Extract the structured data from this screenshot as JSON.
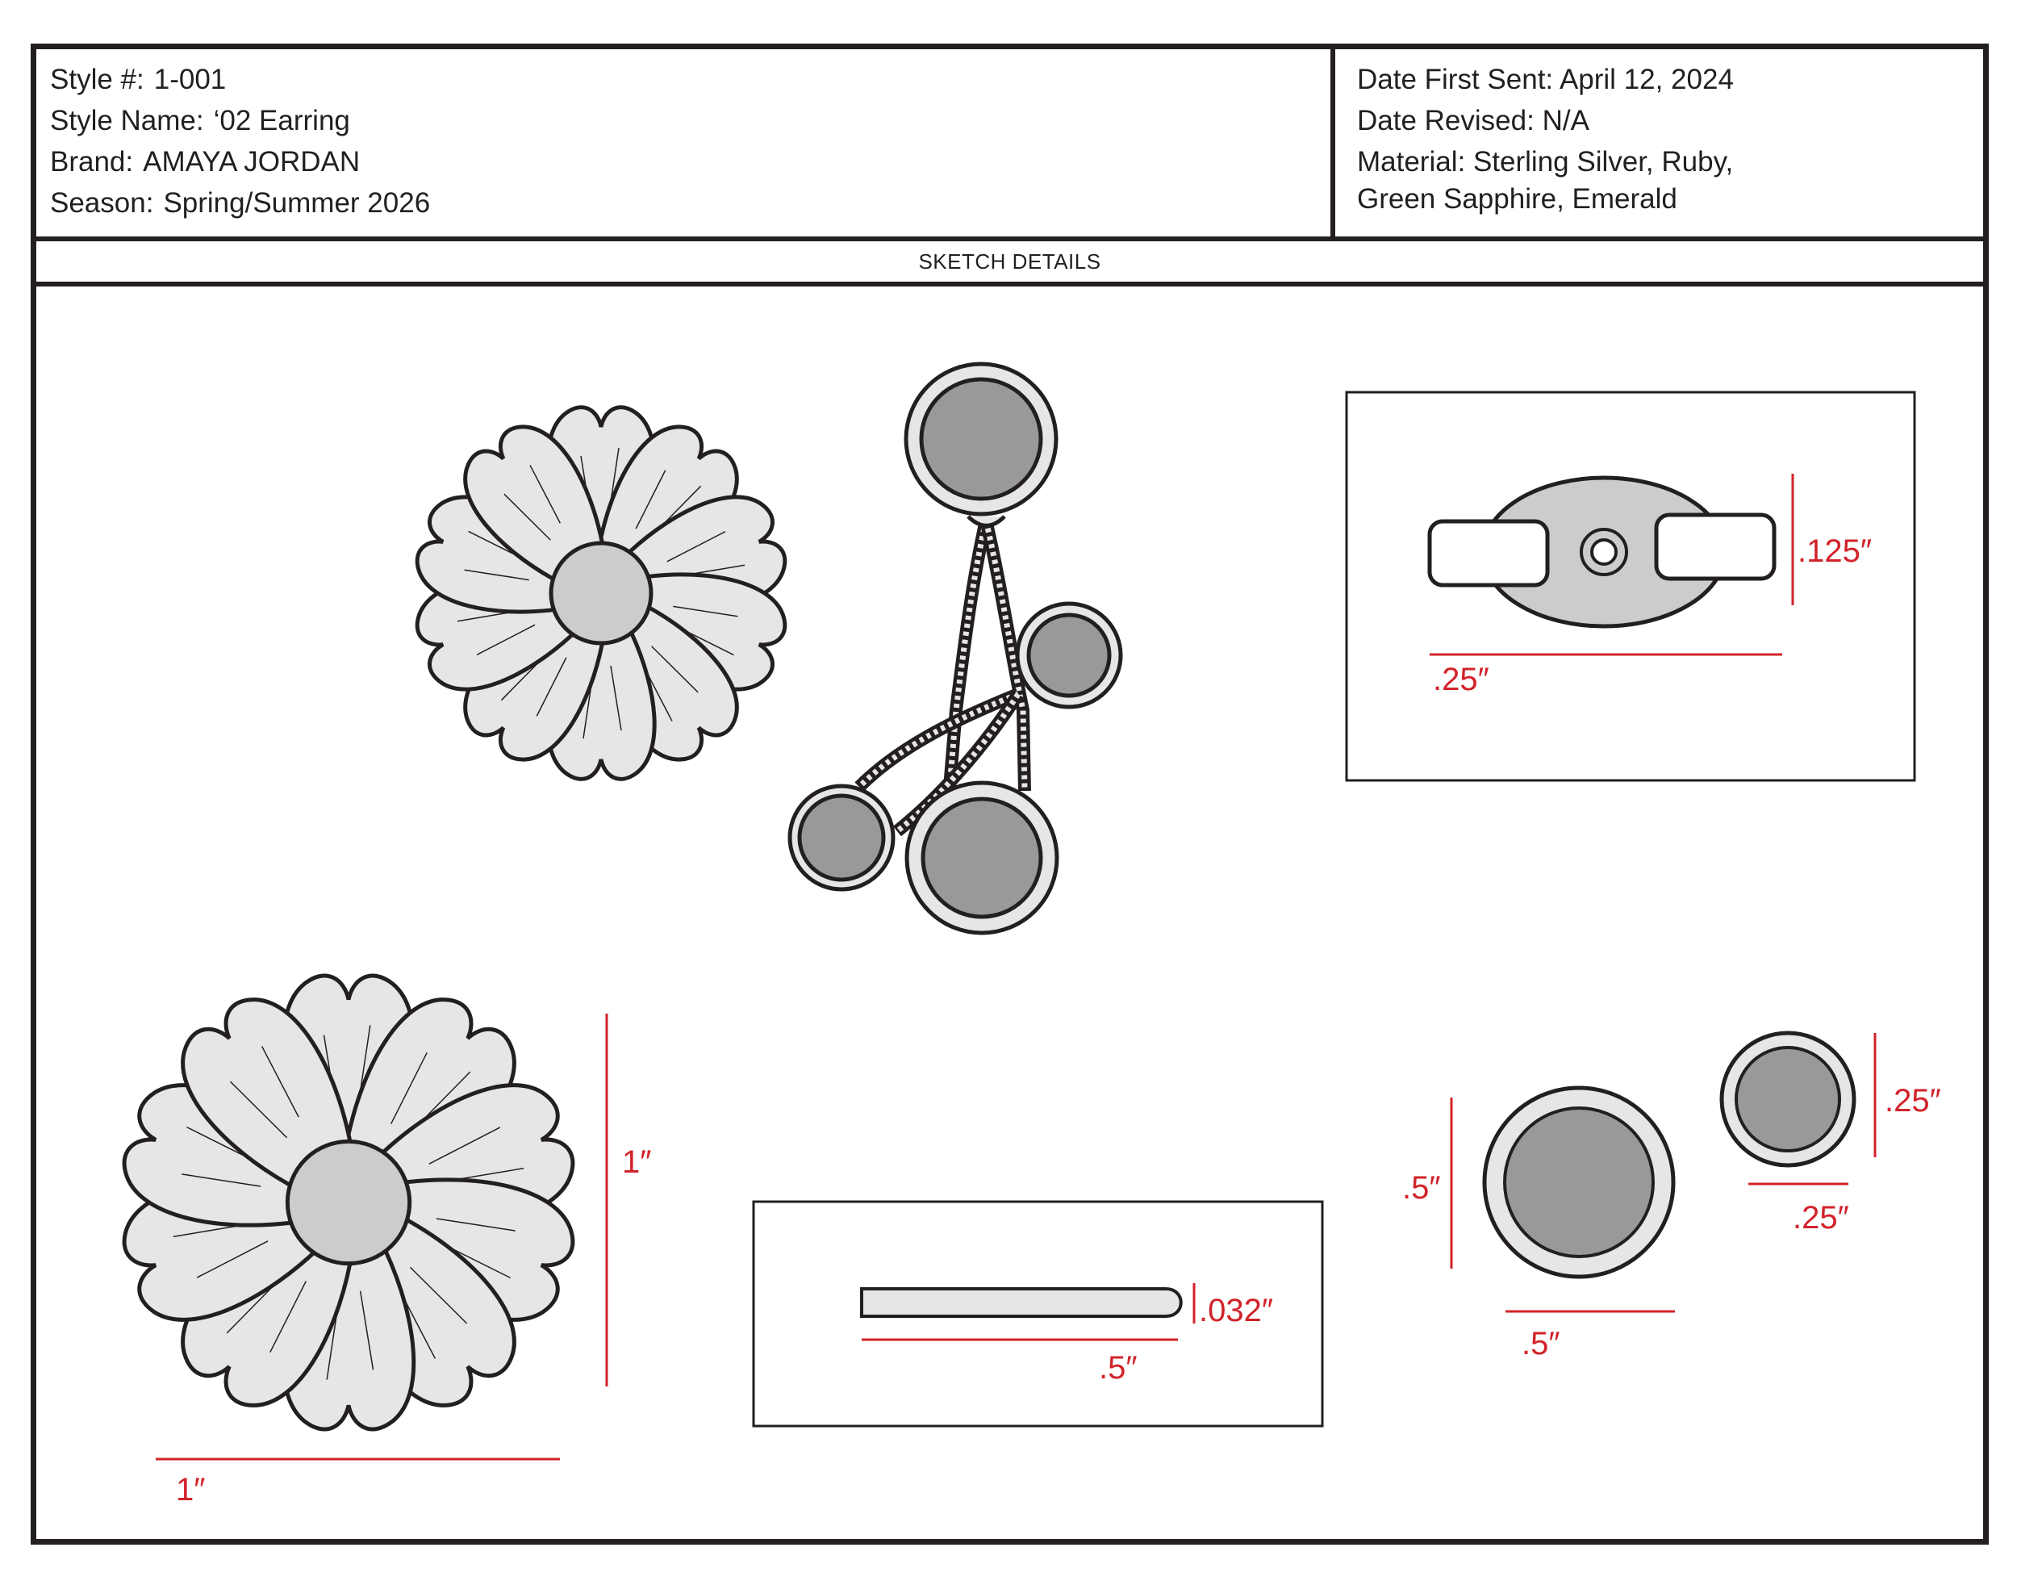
{
  "header": {
    "style_no_label": "Style #:",
    "style_no": "1-001",
    "style_name_label": "Style Name:",
    "style_name": "‘02 Earring",
    "brand_label": "Brand:",
    "brand": "AMAYA JORDAN",
    "season_label": "Season:",
    "season": "Spring/Summer 2026",
    "date_sent_label": "Date First Sent:",
    "date_sent": "April 12, 2024",
    "date_revised_label": "Date Revised:",
    "date_revised": "N/A",
    "material_label": "Material:",
    "material_line1": "Sterling Silver, Ruby,",
    "material_line2": "Green Sapphire, Emerald"
  },
  "section_title": "SKETCH DETAILS",
  "dimensions": {
    "post_height": ".125″",
    "post_width": ".25″",
    "flower_height": "1″",
    "flower_width": "1″",
    "wire_thickness": ".032″",
    "wire_length": ".5″",
    "large_stone_height": ".5″",
    "large_stone_width": ".5″",
    "small_stone_height": ".25″",
    "small_stone_width": ".25″"
  },
  "colors": {
    "outline": "#231f20",
    "petal_fill": "#e6e6e6",
    "center_fill": "#cccccc",
    "stone_fill": "#999999",
    "dimension_red": "#d2232a"
  }
}
